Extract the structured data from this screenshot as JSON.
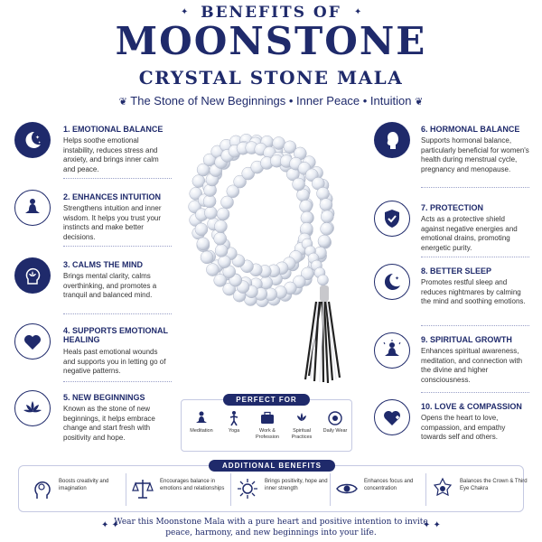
{
  "header": {
    "title_top": "BENEFITS OF",
    "title_main": "MOONSTONE",
    "title_sub": "CRYSTAL STONE MALA",
    "tagline": "The Stone of New Beginnings • Inner Peace • Intuition"
  },
  "benefits_left": [
    {
      "title": "1. EMOTIONAL BALANCE",
      "text": "Helps soothe emotional instability, reduces stress and anxiety, and brings inner calm and peace.",
      "icon": "moon-stars-icon"
    },
    {
      "title": "2. ENHANCES INTUITION",
      "text": "Strengthens intuition and inner wisdom. It helps you trust your instincts and make better decisions.",
      "icon": "meditation-icon"
    },
    {
      "title": "3. CALMS THE MIND",
      "text": "Brings mental clarity, calms overthinking, and promotes a tranquil and balanced mind.",
      "icon": "lotus-head-icon"
    },
    {
      "title": "4. SUPPORTS EMOTIONAL HEALING",
      "text": "Heals past emotional wounds and supports you in letting go of negative patterns.",
      "icon": "heart-icon"
    },
    {
      "title": "5. NEW BEGINNINGS",
      "text": "Known as the stone of new beginnings, it helps embrace change and start fresh with positivity and hope.",
      "icon": "lotus-icon"
    }
  ],
  "benefits_right": [
    {
      "title": "6. HORMONAL BALANCE",
      "text": "Supports hormonal balance, particularly beneficial for women's health during menstrual cycle, pregnancy and menopause.",
      "icon": "woman-profile-icon"
    },
    {
      "title": "7. PROTECTION",
      "text": "Acts as a protective shield against negative energies and emotional drains, promoting energetic purity.",
      "icon": "shield-check-icon"
    },
    {
      "title": "8. BETTER SLEEP",
      "text": "Promotes restful sleep and reduces nightmares by calming the mind and soothing emotions.",
      "icon": "moon-icon"
    },
    {
      "title": "9. SPIRITUAL GROWTH",
      "text": "Enhances spiritual awareness, meditation, and connection with the divine and higher consciousness.",
      "icon": "meditation-icon"
    },
    {
      "title": "10. LOVE & COMPASSION",
      "text": "Opens the heart to love, compassion, and empathy towards self and others.",
      "icon": "heart-plus-icon"
    }
  ],
  "perfect_for": {
    "label": "PERFECT FOR",
    "items": [
      "Meditation",
      "Yoga",
      "Work & Profession",
      "Spiritual Practices",
      "Daily Wear"
    ]
  },
  "additional": {
    "label": "ADDITIONAL BENEFITS",
    "items": [
      "Boosts creativity and imagination",
      "Encourages balance in emotions and relationships",
      "Brings positivity, hope and inner strength",
      "Enhances focus and concentration",
      "Balances the Crown & Third Eye Chakra"
    ]
  },
  "footer": {
    "line1": "Wear this Moonstone Mala with a pure heart and positive intention to invite",
    "line2": "peace, harmony, and new beginnings into your life."
  },
  "colors": {
    "navy": "#1f2a6b",
    "bead": "#e8ecf3",
    "tassel": "#222222"
  }
}
